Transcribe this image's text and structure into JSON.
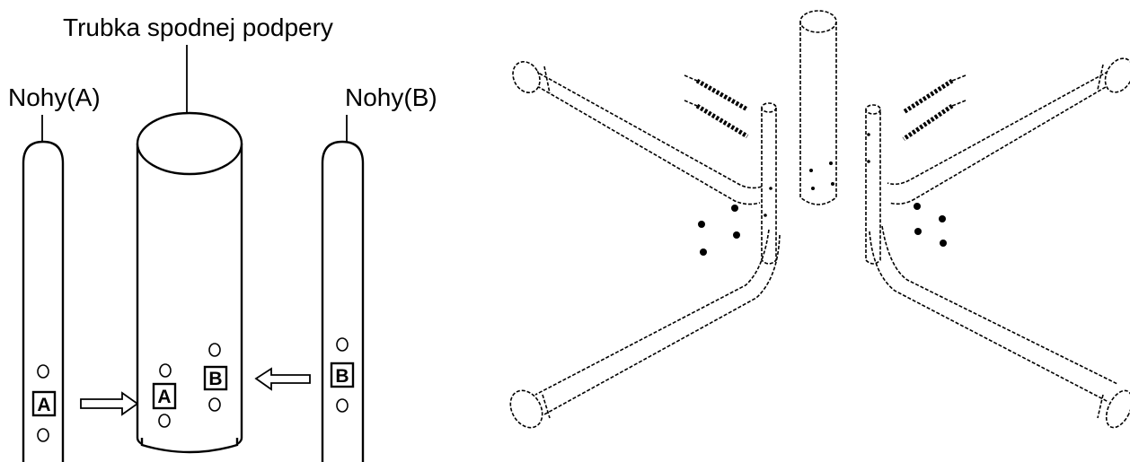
{
  "labels": {
    "lower_support_tube": "Trubka spodnej podpery",
    "legs_a": "Nohy(A)",
    "legs_b": "Nohy(B)"
  },
  "markers": {
    "a": "A",
    "b": "B"
  },
  "colors": {
    "line": "#000000",
    "background": "#ffffff"
  }
}
